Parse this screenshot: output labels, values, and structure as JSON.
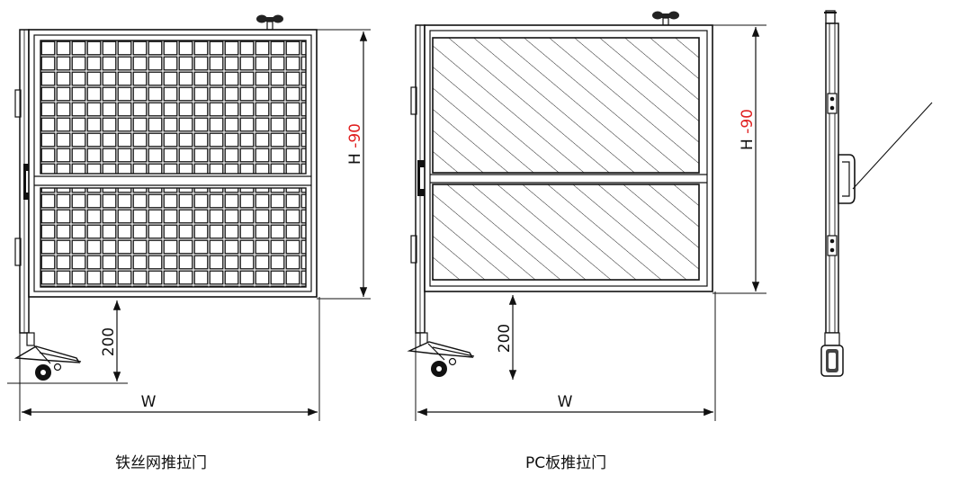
{
  "doors": [
    {
      "id": "wire-mesh",
      "caption": "铁丝网推拉门",
      "width_label": "W",
      "height_label": "H -90",
      "height_label_color": "#e02020",
      "ground_clearance_label": "200"
    },
    {
      "id": "pc-panel",
      "caption": "PC板推拉门",
      "width_label": "W",
      "height_label": "H -90",
      "height_label_color": "#e02020",
      "ground_clearance_label": "200"
    }
  ],
  "colors": {
    "line": "#1a1a1a",
    "dimension_red": "#e02020",
    "background": "#ffffff"
  }
}
